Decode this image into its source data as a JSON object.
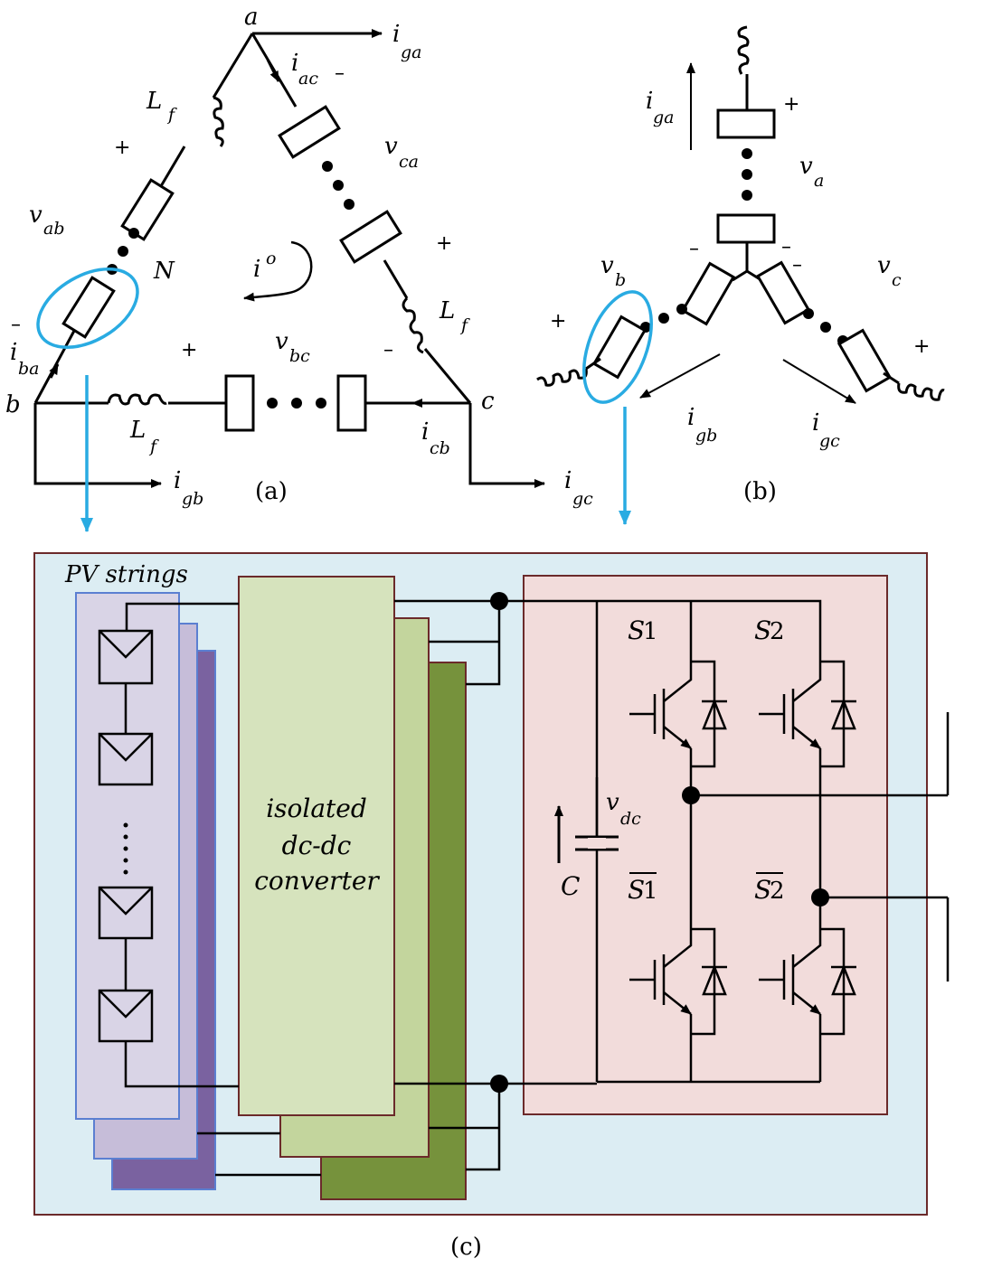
{
  "captions": {
    "a": "(a)",
    "b": "(b)",
    "c": "(c)"
  },
  "nodes": {
    "a": "a",
    "b": "b",
    "c": "c",
    "neutral": "N"
  },
  "delta": {
    "inductor_top": {
      "main": "L",
      "sub": "f"
    },
    "inductor_right": {
      "main": "L",
      "sub": "f"
    },
    "inductor_bottom": {
      "main": "L",
      "sub": "f"
    },
    "v_ab": {
      "main": "v",
      "sub": "ab"
    },
    "v_ca": {
      "main": "v",
      "sub": "ca"
    },
    "v_bc": {
      "main": "v",
      "sub": "bc"
    },
    "i_ac": {
      "main": "i",
      "sub": "ac"
    },
    "i_ba": {
      "main": "i",
      "sub": "ba"
    },
    "i_cb": {
      "main": "i",
      "sub": "cb"
    },
    "i_ga": {
      "main": "i",
      "sub": "ga"
    },
    "i_gb": {
      "main": "i",
      "sub": "gb"
    },
    "i_gc": {
      "main": "i",
      "sub": "gc"
    },
    "i_o": {
      "main": "i",
      "sup": "o"
    },
    "plus": "+",
    "minus": "–"
  },
  "star": {
    "i_ga": {
      "main": "i",
      "sub": "ga"
    },
    "i_gb": {
      "main": "i",
      "sub": "gb"
    },
    "i_gc": {
      "main": "i",
      "sub": "gc"
    },
    "v_a": {
      "main": "v",
      "sub": "a"
    },
    "v_b": {
      "main": "v",
      "sub": "b"
    },
    "v_c": {
      "main": "v",
      "sub": "c"
    }
  },
  "module": {
    "pv_label": "PV strings",
    "converter_line1": "isolated",
    "converter_line2": "dc-dc",
    "converter_line3": "converter",
    "capacitor": "C",
    "v_dc": {
      "main": "v",
      "sub": "dc"
    },
    "switches": {
      "s1": "S",
      "s1_idx": "1",
      "s2": "S",
      "s2_idx": "2"
    }
  },
  "colors": {
    "highlight": "#29abe2",
    "outer_bg": "#dcedf3",
    "outer_border": "#6b2a2a",
    "pv_panel": "#d9d4e6",
    "pv_panel_mid": "#c6bdd9",
    "pv_panel_back": "#7a62a0",
    "pv_border": "#5b7fd1",
    "conv_front": "#d6e3bd",
    "conv_mid": "#c3d59d",
    "conv_back": "#76923c",
    "inverter_bg": "#f2dcdb"
  }
}
